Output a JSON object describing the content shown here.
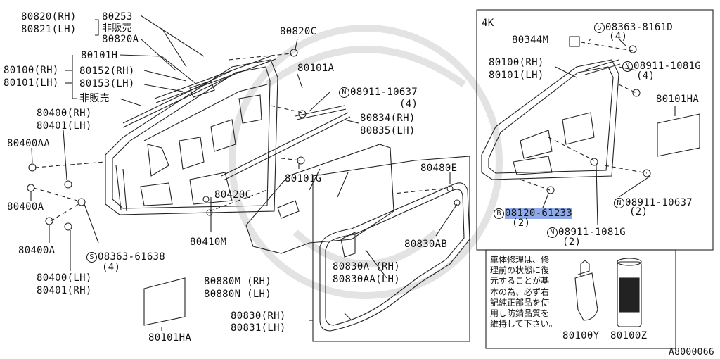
{
  "inset_title": "4K",
  "figure_code": "A8000066",
  "labels": {
    "p80820rh": "80820(RH)",
    "p80821lh": "80821(LH)",
    "p80253": "80253",
    "hanbai1": "非販売",
    "p80820a": "80820A",
    "p80820c": "80820C",
    "p80101h": "80101H",
    "p80100rh": "80100(RH)",
    "p80101lh": "80101(LH)",
    "p80152rh": "80152(RH)",
    "p80153lh": "80153(LH)",
    "hanbai2": "非販売",
    "p80101a": "80101A",
    "n1": "08911-10637",
    "n1q": "(4)",
    "p80834": "80834(RH)",
    "p80835": "80835(LH)",
    "p80400rh": "80400(RH)",
    "p80401lh": "80401(LH)",
    "p80400aa": "80400AA",
    "p80101g": "80101G",
    "p80420c": "80420C",
    "p80400a1": "80400A",
    "p80400a2": "80400A",
    "p80410m": "80410M",
    "s1": "08363-61638",
    "s1q": "(4)",
    "p80400lh": "80400(LH)",
    "p80401rh": "80401(RH)",
    "p80880m": "80880M (RH)",
    "p80880n": "80880N (LH)",
    "p80101ha": "80101HA",
    "p80480e": "80480E",
    "p80830ab": "80830AB",
    "p80830a": "80830A  (RH)",
    "p80830aa": "80830AA(LH)",
    "p80830rh": "80830(RH)",
    "p80831lh": "80831(LH)",
    "k_s": "08363-8161D",
    "k_sq": "(4)",
    "k_80344m": "80344M",
    "k_n1": "08911-1081G",
    "k_n1q": "(4)",
    "k_80100": "80100(RH)",
    "k_80101": "80101(LH)",
    "k_80101ha": "80101HA",
    "k_b": "08120-61233",
    "k_bq": "(2)",
    "k_n2": "08911-10637",
    "k_n2q": "(2)",
    "k_n3": "08911-1081G",
    "k_n3q": "(2)",
    "p80100y": "80100Y",
    "p80100z": "80100Z"
  },
  "symbols": {
    "n": "N",
    "s": "S",
    "b": "B"
  },
  "note_text": "車体修理は、修\n理前の状態に復\n元することが基\n本の為、必ず右\n記純正部品を使\n用し防錆品質を\n維持して下さい。",
  "highlight_color": "#8fa8e6"
}
